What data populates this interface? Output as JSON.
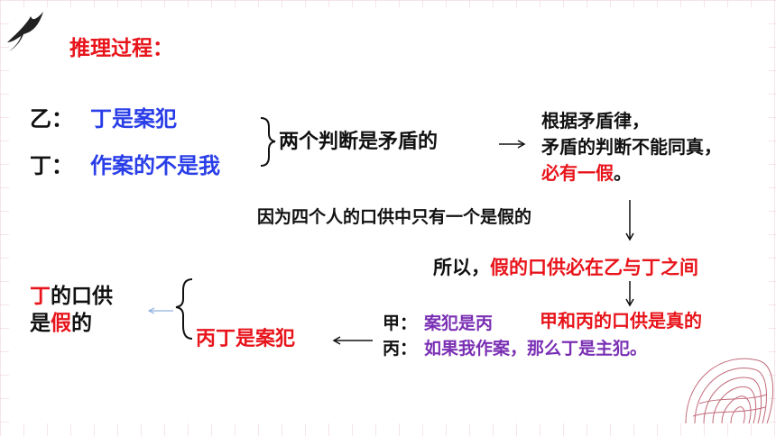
{
  "heading": "推理过程：",
  "yi": {
    "label": "乙：",
    "claim": "丁是案犯"
  },
  "ding": {
    "label": "丁：",
    "claim": "作案的不是我"
  },
  "contradiction": "两个判断是矛盾的",
  "law": {
    "line1": "根据矛盾律，",
    "line2": "矛盾的判断不能同真，",
    "line3": "必有一假",
    "line3_end": "。"
  },
  "only_one_false": "因为四个人的口供中只有一个是假的",
  "therefore": {
    "prefix": "所以，",
    "highlight": "假的口供必在乙与丁之间"
  },
  "both_true": "甲和丙的口供是真的",
  "jia": {
    "label": "甲：",
    "claim": "案犯是丙"
  },
  "bing": {
    "label": "丙：",
    "claim": "如果我作案，那么丁是主犯。"
  },
  "conclusion": "丙丁是案犯",
  "result": {
    "ding": "丁",
    "part1": "的口供",
    "part2": "是",
    "jia": "假",
    "part3": "的"
  },
  "colors": {
    "red": "#e8141b",
    "blue": "#2a3ee8",
    "purple": "#7a2fb4",
    "grid": "#e6b4c3"
  },
  "icons": [
    "swallow-icon",
    "shell-decoration"
  ]
}
